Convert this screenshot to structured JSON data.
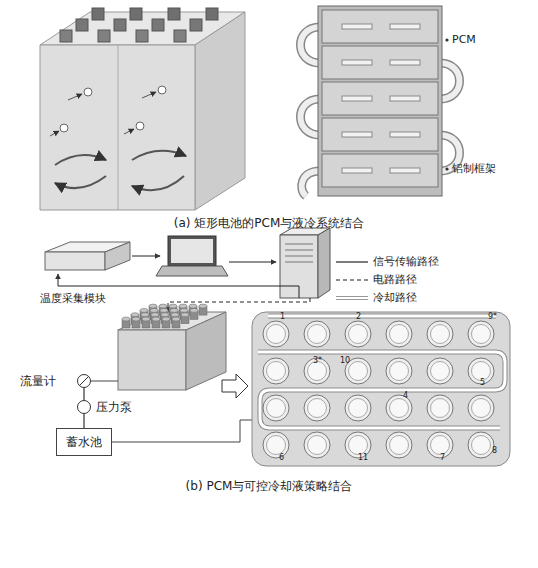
{
  "diagram": {
    "nodes": [
      {
        "text": [
          "温度采集模块"
        ]
      },
      {
        "text": [
          "流量计"
        ]
      },
      {
        "text": [
          "压力泵"
        ]
      },
      {
        "text": [
          "蓄水池"
        ]
      }
    ],
    "edges": [
      {
        "from": 2,
        "to": 1,
        "arrow": "none"
      },
      {
        "from": 3,
        "to": 2,
        "arrow": "none"
      }
    ],
    "labels": [
      "PCM",
      "铝制框架",
      "(a) 矩形电池的PCM与液冷系统结合",
      "1",
      "2",
      "9*",
      "3*",
      "10",
      "5",
      "4",
      "6",
      "11",
      "7",
      "8",
      "(b) PCM与可控冷却液策略结合"
    ],
    "legend": [
      {
        "text": "信号传输路径"
      },
      {
        "text": "电路路径"
      },
      {
        "text": "冷却路径"
      }
    ]
  }
}
